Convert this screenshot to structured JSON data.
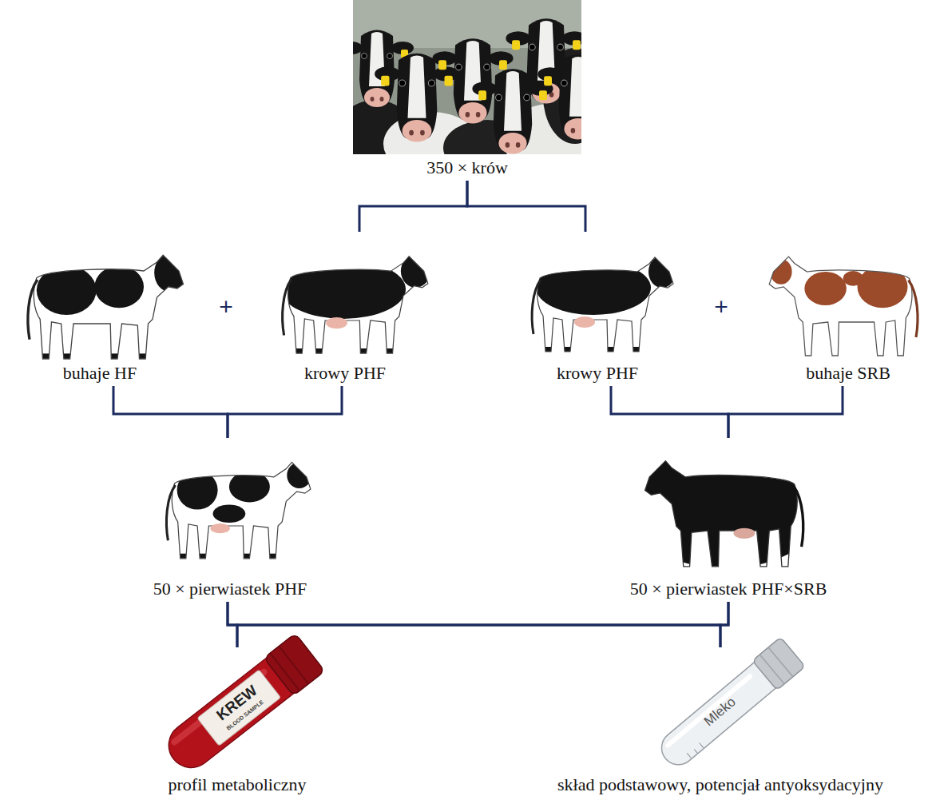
{
  "diagram": {
    "nodes": [
      {
        "text": [
          "350 × krów"
        ]
      },
      {
        "text": [
          "buhaje HF"
        ]
      },
      {
        "text": [
          "krowy PHF"
        ]
      },
      {
        "text": [
          "krowy PHF"
        ]
      },
      {
        "text": [
          "buhaje SRB"
        ]
      },
      {
        "text": [
          "50 × pierwiastek PHF"
        ]
      },
      {
        "text": [
          "50 × pierwiastek PHF×SRB"
        ]
      },
      {
        "text": [
          "profil metaboliczny"
        ]
      },
      {
        "text": [
          "skład podstawowy, potencjał antyoksydacyjny"
        ]
      }
    ],
    "edges": [
      {
        "from": 0,
        "to": 2,
        "arrow": "none"
      },
      {
        "from": 0,
        "to": 3,
        "arrow": "none"
      },
      {
        "from": 1,
        "to": 5,
        "arrow": "none"
      },
      {
        "from": 2,
        "to": 5,
        "arrow": "none"
      },
      {
        "from": 3,
        "to": 6,
        "arrow": "none"
      },
      {
        "from": 4,
        "to": 6,
        "arrow": "none"
      },
      {
        "from": 5,
        "to": 7,
        "arrow": "none"
      },
      {
        "from": 5,
        "to": 8,
        "arrow": "none"
      },
      {
        "from": 6,
        "to": 7,
        "arrow": "none"
      },
      {
        "from": 6,
        "to": 8,
        "arrow": "none"
      }
    ],
    "labels": [
      "+",
      "+",
      "KREW",
      "BLOOD SAMPLE",
      "Mleko"
    ]
  }
}
